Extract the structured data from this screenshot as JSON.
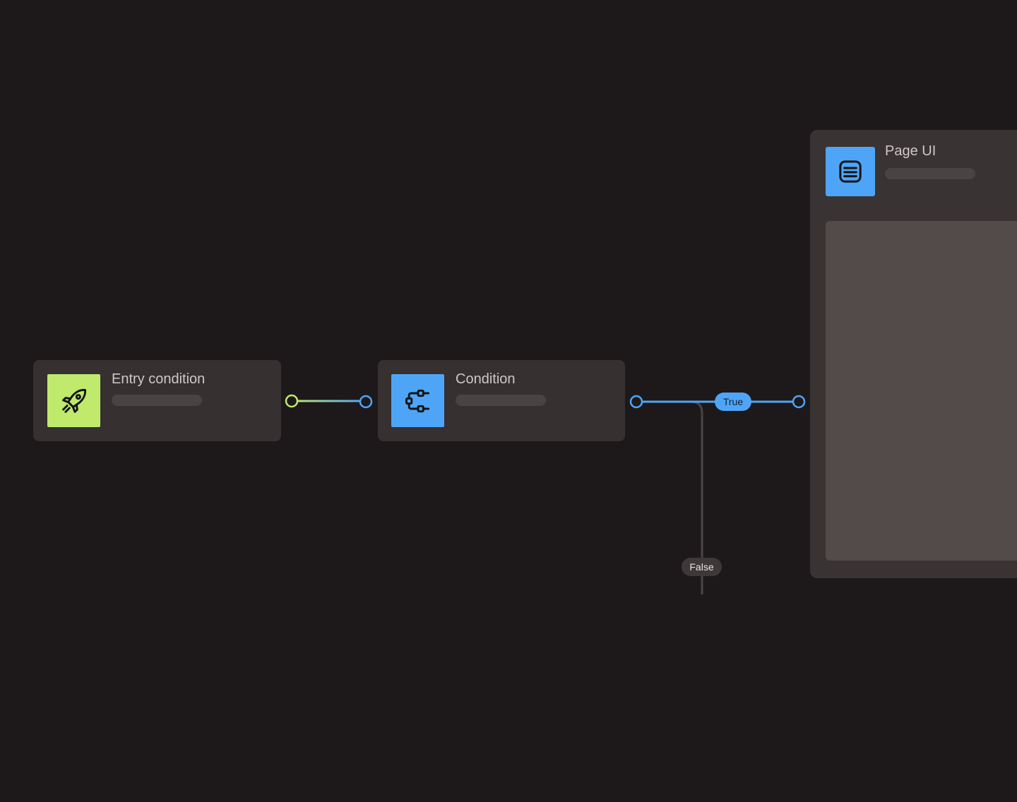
{
  "nodes": {
    "entry": {
      "title": "Entry condition",
      "icon": "rocket-icon",
      "accent": "#bfea6c"
    },
    "condition": {
      "title": "Condition",
      "icon": "branch-icon",
      "accent": "#4ea5f8"
    },
    "page": {
      "title": "Page UI",
      "icon": "list-layout-icon",
      "accent": "#4ea5f8"
    }
  },
  "edges": {
    "true_label": "True",
    "false_label": "False",
    "entry_port_color": "#bfea6c",
    "port_color": "#4ea5f8",
    "false_line_color": "#4a4444"
  },
  "colors": {
    "background": "#1d191a",
    "node": "#363030",
    "placeholder": "#4a4343"
  }
}
